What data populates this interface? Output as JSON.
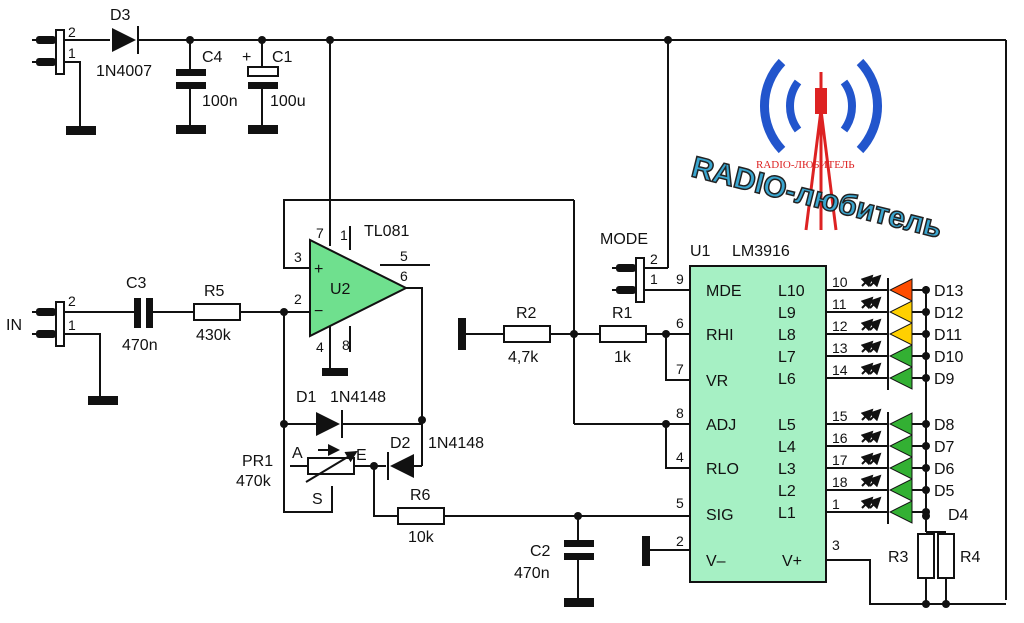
{
  "colors": {
    "chip_fill": "#a6f0c4",
    "opamp_fill": "#6fe08e",
    "led_red": "#ff4d00",
    "led_yellow": "#ffd000",
    "led_green": "#33b033",
    "logo_blue": "#2255cc",
    "logo_red": "#dd2222"
  },
  "labels": {
    "D3": "D3",
    "D3_part": "1N4007",
    "C4": "C4",
    "C4_val": "100n",
    "C1": "C1",
    "C1_val": "100u",
    "C1_plus": "+",
    "IN": "IN",
    "C3": "C3",
    "C3_val": "470n",
    "R5": "R5",
    "R5_val": "430k",
    "U2": "U2",
    "TL081": "TL081",
    "D1": "D1",
    "D1_part": "1N4148",
    "D2": "D2",
    "D2_part": "1N4148",
    "PR1": "PR1",
    "PR1_val": "470k",
    "PR1_A": "A",
    "PR1_E": "E",
    "PR1_S": "S",
    "R6": "R6",
    "R6_val": "10k",
    "C2": "C2",
    "C2_val": "470n",
    "R2": "R2",
    "R2_val": "4,7k",
    "R1": "R1",
    "R1_val": "1k",
    "MODE": "MODE",
    "U1": "U1",
    "LM3916": "LM3916",
    "R3": "R3",
    "R4": "R4",
    "opamp_plus": "+",
    "opamp_minus": "−"
  },
  "pins": {
    "jack_top_2": "2",
    "jack_top_1": "1",
    "jack_in_2": "2",
    "jack_in_1": "1",
    "jack_mode_2": "2",
    "jack_mode_1": "1",
    "u2_7": "7",
    "u2_1": "1",
    "u2_3": "3",
    "u2_2": "2",
    "u2_5": "5",
    "u2_6": "6",
    "u2_4": "4",
    "u2_8": "8",
    "u1_9": "9",
    "u1_6": "6",
    "u1_7": "7",
    "u1_8": "8",
    "u1_4": "4",
    "u1_5": "5",
    "u1_2": "2",
    "u1_3": "3"
  },
  "chip_pins_left": [
    "MDE",
    "RHI",
    "VR",
    "ADJ",
    "RLO",
    "SIG",
    "V–"
  ],
  "chip_pins_right": [
    "L10",
    "L9",
    "L8",
    "L7",
    "L6",
    "L5",
    "L4",
    "L3",
    "L2",
    "L1",
    "V+"
  ],
  "led_pins": [
    "10",
    "11",
    "12",
    "13",
    "14",
    "15",
    "16",
    "17",
    "18",
    "1"
  ],
  "leds": [
    "D13",
    "D12",
    "D11",
    "D10",
    "D9",
    "D8",
    "D7",
    "D6",
    "D5",
    "D4"
  ],
  "logo": {
    "main": "RADIO-любитель",
    "small": "RADIO-ЛЮБИТЕЛЬ"
  }
}
